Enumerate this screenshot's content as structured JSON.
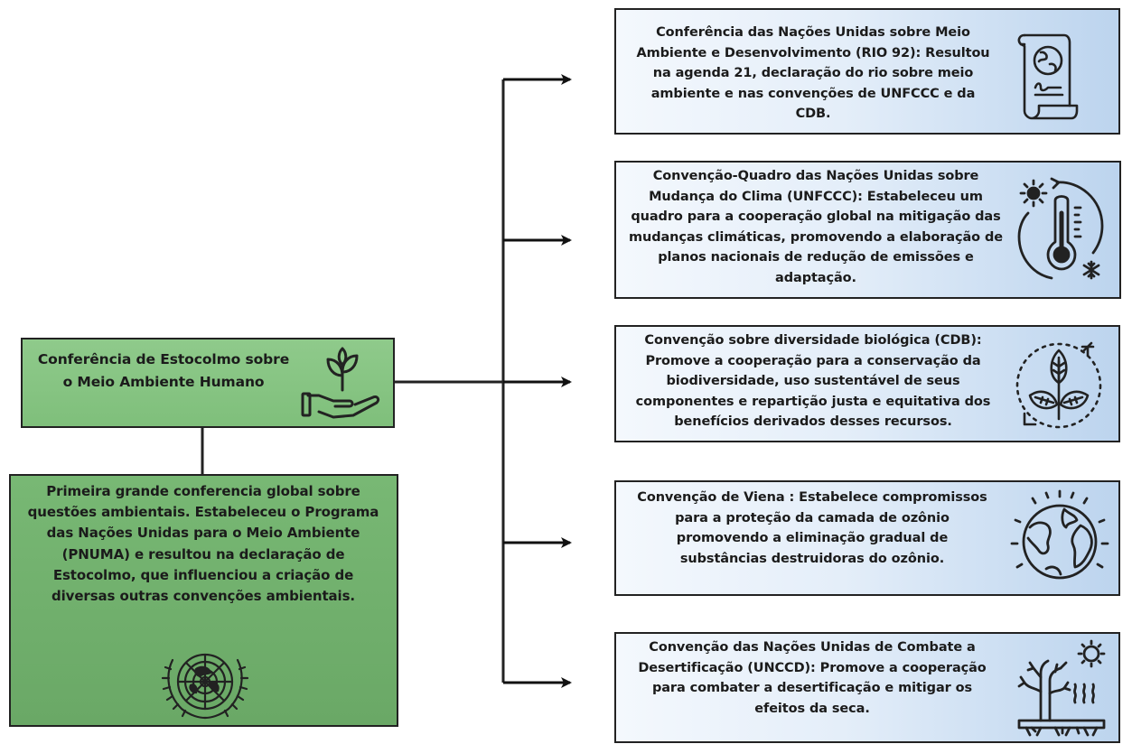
{
  "diagram": {
    "root": {
      "title": "Conferência de Estocolmo sobre o Meio Ambiente Humano",
      "icon": "plant-in-hand-icon"
    },
    "root_detail": {
      "text": "Primeira grande conferencia global sobre questões ambientais. Estabeleceu o Programa das Nações Unidas para o Meio Ambiente (PNUMA) e resultou na declaração de Estocolmo, que influenciou a criação de diversas outras convenções ambientais.",
      "icon": "un-emblem-icon"
    },
    "branches": [
      {
        "text": "Conferência das Nações Unidas sobre Meio Ambiente e Desenvolvimento (RIO 92): Resultou na agenda 21, declaração do rio sobre meio ambiente e nas convenções de UNFCCC e da  CDB.",
        "icon": "globe-document-icon"
      },
      {
        "text": "Convenção-Quadro das Nações Unidas sobre Mudança do Clima (UNFCCC): Estabeleceu um quadro para a cooperação global na mitigação das mudanças climáticas, promovendo a elaboração de planos nacionais de redução de emissões e adaptação.",
        "icon": "thermometer-climate-icon"
      },
      {
        "text": "Convenção sobre diversidade biológica (CDB): Promove a cooperação para a  conservação da biodiversidade, uso sustentável de seus componentes e repartição justa e equitativa dos benefícios derivados desses recursos.",
        "icon": "leaves-biodiversity-icon"
      },
      {
        "text": "Convenção de Viena : Estabelece compromissos para a proteção da camada de ozônio promovendo a eliminação gradual de substâncias destruidoras do ozônio.",
        "icon": "earth-ozone-icon"
      },
      {
        "text": "Convenção das Nações Unidas  de Combate a Desertificação (UNCCD): Promove a cooperação para combater a desertificação e mitigar os efeitos da seca.",
        "icon": "dry-tree-desert-icon"
      }
    ],
    "colors": {
      "root_fill": "#7fbf7b",
      "detail_fill": "#6aa866",
      "branch_fill_light": "#f4f8fd",
      "branch_fill_dark": "#bcd4ee",
      "border": "#222222"
    }
  }
}
